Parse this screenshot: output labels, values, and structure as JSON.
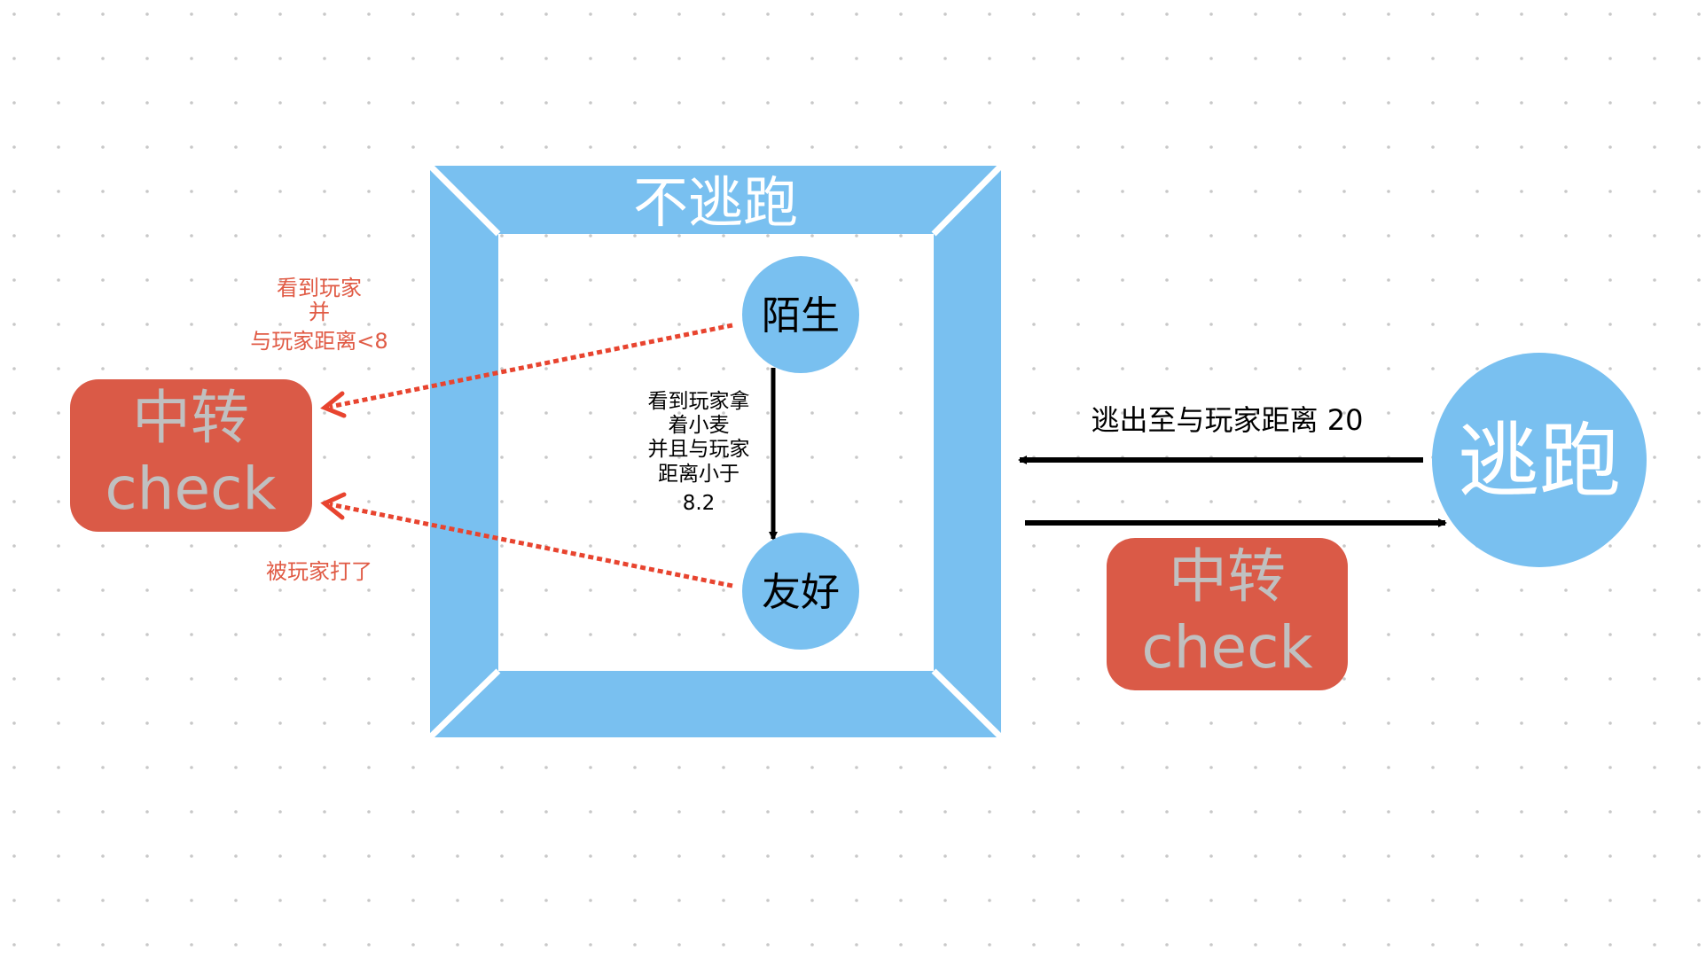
{
  "colors": {
    "blue": "#79c0f0",
    "red_box": "#da5a47",
    "red_line": "#e8442f",
    "red_text": "#e05a44",
    "gray_text": "#c0c0c0",
    "dot": "#c8c8c8"
  },
  "group": {
    "title": "不逃跑"
  },
  "nodes": {
    "stranger": "陌生",
    "friendly": "友好",
    "flee": "逃跑",
    "check_left": {
      "line1": "中转",
      "line2": "check"
    },
    "check_right": {
      "line1": "中转",
      "line2": "check"
    }
  },
  "edges": {
    "stranger_to_friendly": [
      "看到玩家拿",
      "着小麦",
      "并且与玩家",
      "距离小于",
      "8.2"
    ],
    "stranger_to_check": [
      "看到玩家",
      "并",
      "与玩家距离<8"
    ],
    "friendly_to_check": "被玩家打了",
    "flee_to_group": "逃出至与玩家距离 20"
  }
}
